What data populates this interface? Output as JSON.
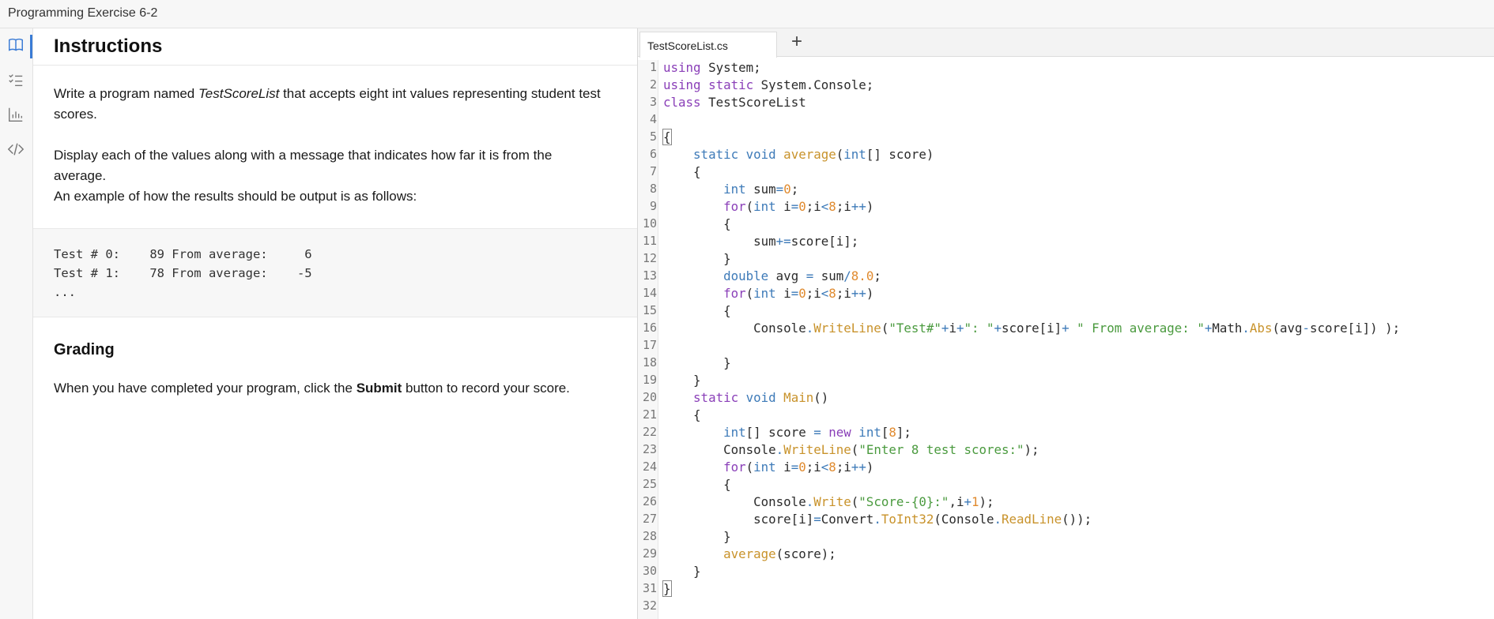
{
  "window": {
    "title": "Programming Exercise 6-2"
  },
  "rail": {
    "icons": [
      "book-icon",
      "checklist-icon",
      "bar-chart-icon",
      "code-icon"
    ]
  },
  "instructions": {
    "heading": "Instructions",
    "para1_a": "Write a program named ",
    "para1_em": "TestScoreList",
    "para1_b": " that accepts eight int values representing student test scores.",
    "para2": "Display each of the values along with a message that indicates how far it is from the average.",
    "para3": "An example of how the results should be output is as follows:",
    "sample_output": "Test # 0:    89 From average:     6\nTest # 1:    78 From average:    -5\n...",
    "grading_heading": "Grading",
    "grading_a": "When you have completed your program, click the ",
    "grading_strong": "Submit",
    "grading_b": " button to record your score."
  },
  "editor": {
    "tab_label": "TestScoreList.cs",
    "add_tab_label": "+",
    "line_numbers": [
      "1",
      "2",
      "3",
      "4",
      "5",
      "6",
      "7",
      "8",
      "9",
      "10",
      "11",
      "12",
      "13",
      "14",
      "15",
      "16",
      "17",
      "18",
      "19",
      "20",
      "21",
      "22",
      "23",
      "24",
      "25",
      "26",
      "27",
      "28",
      "29",
      "30",
      "31",
      "32"
    ],
    "code": {
      "l1a": "using",
      "l1b": " System;",
      "l2a": "using",
      "l2b": " static",
      "l2c": " System.Console;",
      "l3a": "class",
      "l3b": " TestScoreList",
      "l5": "{",
      "l6a": "    static",
      "l6b": " void",
      "l6c": " average",
      "l6d": "(",
      "l6e": "int",
      "l6f": "[] score)",
      "l7": "    {",
      "l8a": "        int",
      "l8b": " sum",
      "l8c": "=",
      "l8d": "0",
      "l8e": ";",
      "l9a": "        for",
      "l9b": "(",
      "l9c": "int",
      "l9d": " i",
      "l9e": "=",
      "l9f": "0",
      "l9g": ";i",
      "l9h": "<",
      "l9i": "8",
      "l9j": ";i",
      "l9k": "++",
      "l9l": ")",
      "l10": "        {",
      "l11a": "            sum",
      "l11b": "+=",
      "l11c": "score[i];",
      "l12": "        }",
      "l13a": "        double",
      "l13b": " avg ",
      "l13c": "=",
      "l13d": " sum",
      "l13e": "/",
      "l13f": "8.0",
      "l13g": ";",
      "l14a": "        for",
      "l14b": "(",
      "l14c": "int",
      "l14d": " i",
      "l14e": "=",
      "l14f": "0",
      "l14g": ";i",
      "l14h": "<",
      "l14i": "8",
      "l14j": ";i",
      "l14k": "++",
      "l14l": ")",
      "l15": "        {",
      "l16a": "            Console",
      "l16b": ".",
      "l16c": "WriteLine",
      "l16d": "(",
      "l16e": "\"Test#\"",
      "l16f": "+",
      "l16g": "i",
      "l16h": "+",
      "l16i": "\": \"",
      "l16j": "+",
      "l16k": "score[i]",
      "l16l": "+",
      "l16m": " \" From average: \"",
      "l16n": "+",
      "l16o": "Math",
      "l16p": ".",
      "l16q": "Abs",
      "l16r": "(avg",
      "l16s": "-",
      "l16t": "score[i]) );",
      "l18": "        }",
      "l19": "    }",
      "l20a": "    static",
      "l20b": " void",
      "l20c": " Main",
      "l20d": "()",
      "l21": "    {",
      "l22a": "        int",
      "l22b": "[] score ",
      "l22c": "=",
      "l22d": " new",
      "l22e": " int",
      "l22f": "[",
      "l22g": "8",
      "l22h": "];",
      "l23a": "        Console",
      "l23b": ".",
      "l23c": "WriteLine",
      "l23d": "(",
      "l23e": "\"Enter 8 test scores:\"",
      "l23f": ");",
      "l24a": "        for",
      "l24b": "(",
      "l24c": "int",
      "l24d": " i",
      "l24e": "=",
      "l24f": "0",
      "l24g": ";i",
      "l24h": "<",
      "l24i": "8",
      "l24j": ";i",
      "l24k": "++",
      "l24l": ")",
      "l25": "        {",
      "l26a": "            Console",
      "l26b": ".",
      "l26c": "Write",
      "l26d": "(",
      "l26e": "\"Score-{0}:\"",
      "l26f": ",i",
      "l26g": "+",
      "l26h": "1",
      "l26i": ");",
      "l27a": "            score[i]",
      "l27b": "=",
      "l27c": "Convert",
      "l27d": ".",
      "l27e": "ToInt32",
      "l27f": "(Console",
      "l27g": ".",
      "l27h": "ReadLine",
      "l27i": "());",
      "l28": "        }",
      "l29a": "        average",
      "l29b": "(score);",
      "l30": "    }",
      "l31": "}"
    }
  }
}
